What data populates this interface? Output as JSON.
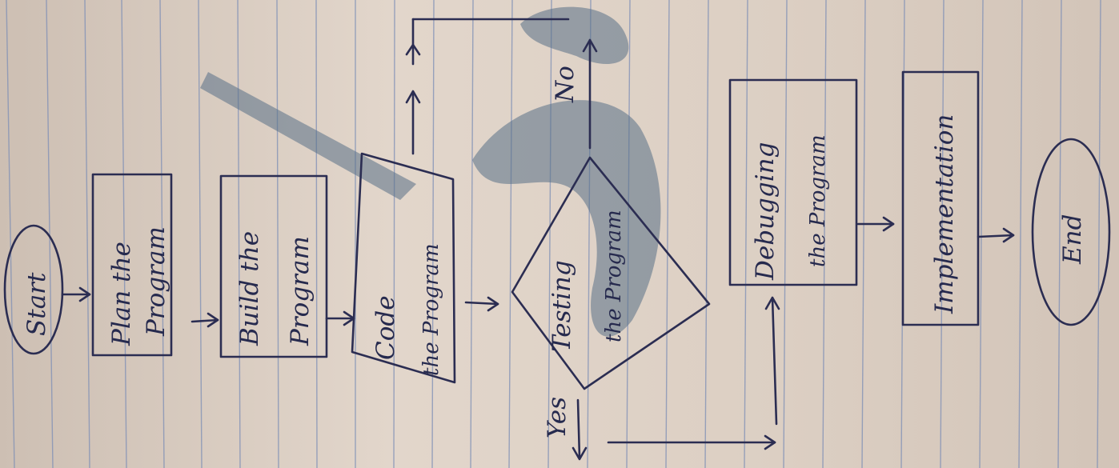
{
  "diagram": {
    "start_label": "Start",
    "plan_label_1": "Plan the",
    "plan_label_2": "Program",
    "build_label_1": "Build the",
    "build_label_2": "Program",
    "code_label_1": "Code",
    "code_label_2": "the Program",
    "test_label_1": "Testing",
    "test_label_2": "the Program",
    "yes_label": "Yes",
    "no_label": "No",
    "debug_label_1": "Debugging",
    "debug_label_2": "the Program",
    "implementation_label": "Implementation",
    "end_label": "End"
  },
  "colors": {
    "ink": "#2b2d52",
    "paper": "#dccfc3",
    "rules": "#7e8fb6",
    "stain": "#586f87"
  }
}
